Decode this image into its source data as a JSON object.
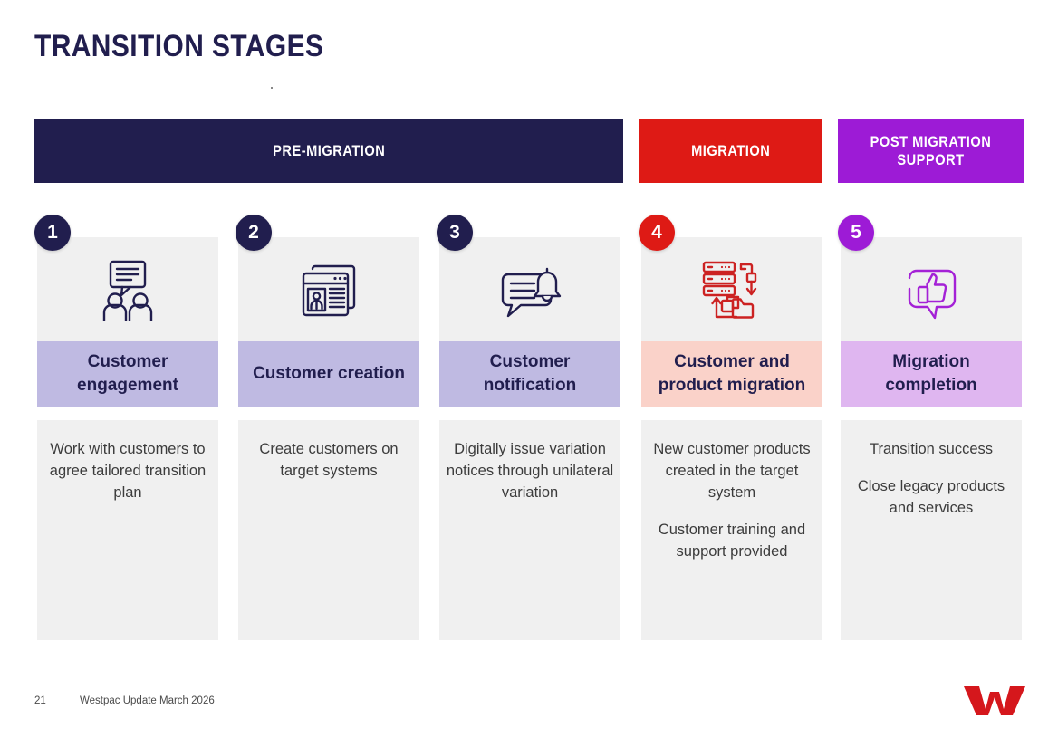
{
  "slide": {
    "title": "TRANSITION STAGES"
  },
  "phases": [
    {
      "label": "PRE-MIGRATION",
      "color": "#211E4E",
      "name": "phase-pre-migration"
    },
    {
      "label": "MIGRATION",
      "color": "#DE1A15",
      "name": "phase-migration"
    },
    {
      "label": "POST MIGRATION SUPPORT",
      "color": "#9D1BD6",
      "name": "phase-post-migration-support"
    }
  ],
  "stages": [
    {
      "number": "1",
      "badge_color": "#211E4E",
      "icon": "speech-bubble-people-icon",
      "icon_color": "#211E4E",
      "title": "Customer engagement",
      "band_color": "#BFBAE2",
      "body": [
        "Work with customers to agree tailored transition plan"
      ]
    },
    {
      "number": "2",
      "badge_color": "#211E4E",
      "icon": "customer-record-windows-icon",
      "icon_color": "#211E4E",
      "title": "Customer creation",
      "band_color": "#BFBAE2",
      "body": [
        "Create customers on target systems"
      ]
    },
    {
      "number": "3",
      "badge_color": "#211E4E",
      "icon": "speech-bubble-bell-icon",
      "icon_color": "#211E4E",
      "title": "Customer notification",
      "band_color": "#BFBAE2",
      "body": [
        "Digitally issue variation notices through unilateral variation"
      ]
    },
    {
      "number": "4",
      "badge_color": "#DE1A15",
      "icon": "data-migration-server-folder-icon",
      "icon_color": "#CC2222",
      "title": "Customer and product migration",
      "band_color": "#FAD2C9",
      "body": [
        "New customer products created in the target system",
        "Customer training and support provided"
      ]
    },
    {
      "number": "5",
      "badge_color": "#9D1BD6",
      "icon": "thumbs-up-speech-bubble-icon",
      "icon_color": "#A421D6",
      "title": "Migration completion",
      "band_color": "#DFB6F0",
      "body": [
        "Transition success",
        "Close legacy products and services"
      ]
    }
  ],
  "footer": {
    "page_number": "21",
    "text": "Westpac Update March 2026",
    "logo": "westpac-w-logo",
    "logo_color": "#D5171C"
  }
}
